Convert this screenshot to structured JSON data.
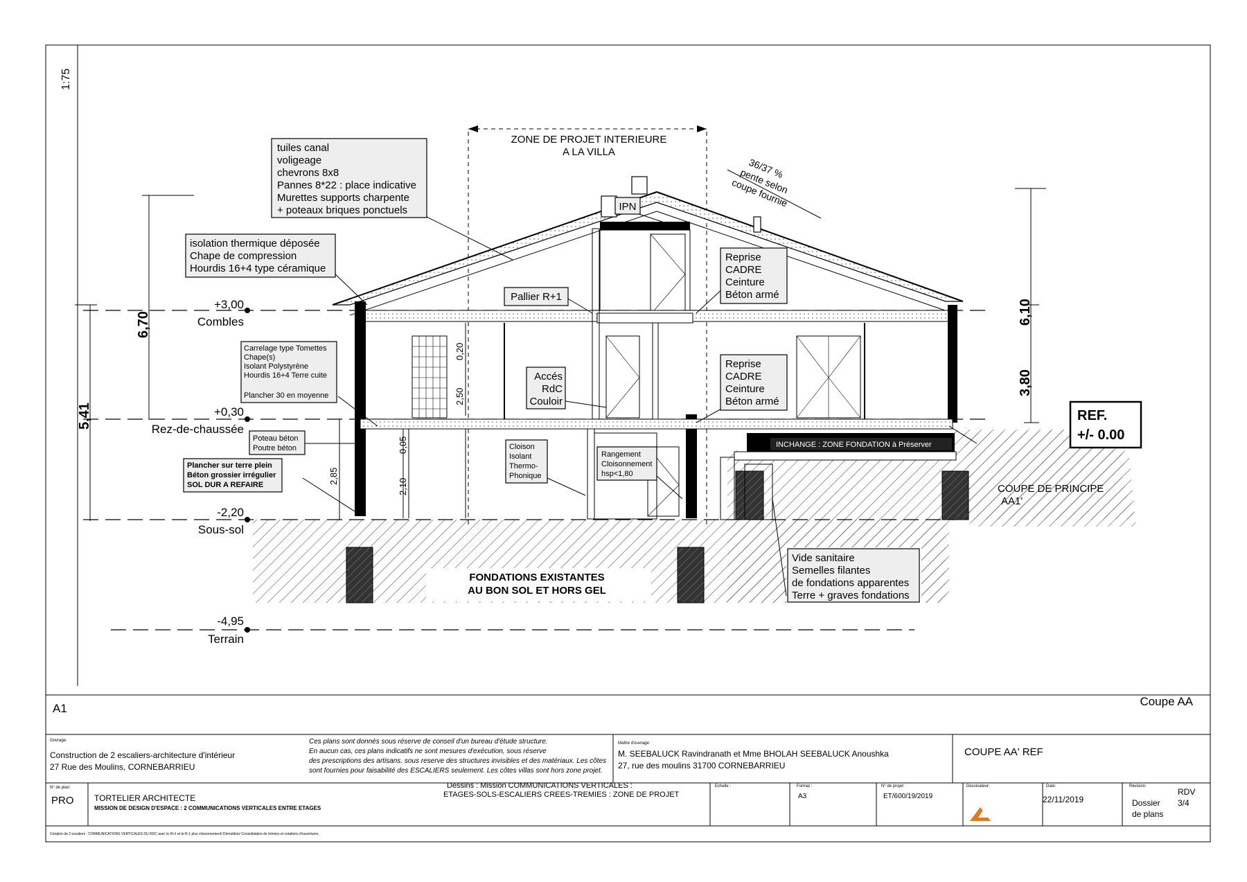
{
  "scale": "1:75",
  "sheet_id": "A1",
  "view_title": "Coupe AA",
  "zone": {
    "line1": "ZONE DE PROJET INTERIEURE",
    "line2": "A LA VILLA"
  },
  "slope": {
    "line1": "36/37 %",
    "line2": "pente selon",
    "line3": "coupe fournie"
  },
  "notes": {
    "roof": [
      "tuiles canal",
      "voligeage",
      "chevrons 8x8",
      "Pannes 8*22 : place indicative",
      "Murettes supports charpente",
      "+ poteaux briques ponctuels"
    ],
    "insulation": [
      "isolation thermique déposée",
      "Chape de compression",
      "Hourdis 16+4 type céramique"
    ],
    "ipn": "IPN",
    "pallier": "Pallier R+1",
    "reprise_upper": [
      "Reprise",
      "CADRE",
      "Ceinture",
      "Béton armé"
    ],
    "reprise_lower": [
      "Reprise",
      "CADRE",
      "Ceinture",
      "Béton armé"
    ],
    "floor": [
      "Carrelage type Tomettes",
      "Chape(s)",
      "Isolant Polystyrène",
      "Hourdis 16+4 Terre cuite",
      "",
      "Plancher 30 en moyenne"
    ],
    "acces": [
      "Accés",
      "RdC",
      "Couloir"
    ],
    "poteau": [
      "Poteau béton",
      "Poutre béton"
    ],
    "plancher": [
      "Plancher sur terre plein",
      "Béton grossier irrégulier",
      "SOL DUR A REFAIRE"
    ],
    "cloison": [
      "Cloison",
      "Isolant",
      "Thermo-",
      "Phonique"
    ],
    "rangement": [
      "Rangement",
      "Cloisonnement",
      "hsp<1,80"
    ],
    "inchange": "INCHANGE : ZONE FONDATION à Préserver",
    "coupe_principe": [
      "COUPE DE PRINCIPE",
      "AA1'"
    ],
    "fondations": [
      "FONDATIONS EXISTANTES",
      "AU BON SOL ET HORS GEL"
    ],
    "vide": [
      "Vide sanitaire",
      "Semelles filantes",
      "de fondations apparentes",
      "Terre + graves fondations"
    ],
    "ref": [
      "REF.",
      "+/- 0.00"
    ]
  },
  "levels": [
    {
      "value": "+3,00",
      "name": "Combles"
    },
    {
      "value": "+0,30",
      "name": "Rez-de-chaussée"
    },
    {
      "value": "-2,20",
      "name": "Sous-sol"
    },
    {
      "value": "-4,95",
      "name": "Terrain"
    }
  ],
  "dimensions": {
    "d670": "6,70",
    "d541": "5,41",
    "d610": "6,10",
    "d380": "3,80",
    "d020": "0,20",
    "d250": "2,50",
    "d285": "2,85",
    "d005": "0,05",
    "d210": "2,10"
  },
  "titleblock": {
    "ouvrage_label": "Ouvrage:",
    "ouvrage_1": "Construction de 2 escaliers-architecture d'intérieur",
    "ouvrage_2": "27 Rue des Moulins, CORNEBARRIEU",
    "disclaimer_1": "Ces plans sont donnés sous réserve de conseil  d'un bureau d'étude structure.",
    "disclaimer_2": "En aucun cas, ces plans indicatifs ne sont mesures d'exécution, sous réserve",
    "disclaimer_3": "des prescriptions des artisans. sous reserve des structures invisibles et des matériaux. Les côtes",
    "disclaimer_4": "sont fournies pour faisabilité des ESCALIERS seulement. Les côtes villas sont hors zone projet.",
    "moa_label": "Maître d'ouvrage:",
    "moa_1": "M. SEEBALUCK Ravindranath et Mme  BHOLAH SEEBALUCK Anoushka",
    "moa_2": "27, rue des moulins 31700 CORNEBARRIEU",
    "sheet_name": "COUPE AA' REF",
    "nplan_label": "N° de plan:",
    "phase": "PRO",
    "architect": "TORTELIER ARCHITECTE",
    "mission": "MISSION DE DESIGN D'ESPACE : 2 COMMUNICATIONS VERTICALES ENTRE ETAGES",
    "dessins_1": "Dessins  : Mission  COMMUNICATIONS VERTICALES :",
    "dessins_2": "ETAGES-SOLS-ESCALIERS CREES-TREMIES : ZONE DE PROJET",
    "echelle_label": "Echelle :",
    "format_label": "Format :",
    "format": "A3",
    "projet_label": "N° de projet:",
    "projet": "ET/600/19/2019",
    "dessinateur_label": "Dessinateur:",
    "date_label": "Date:",
    "date": "22/11/2019",
    "revision_label": "Révision:",
    "dossier_1": "Dossier",
    "dossier_2": "de plans",
    "rdv_1": "RDV",
    "rdv_2": "3/4",
    "footer": "Création de 2 escaliers : COMMUNICATIONS VERTICALES DU RDC avec le R+1 et le R-1 plus cloisonnement/ Démolition/ Consolidation de trémies et créations d'ouvertures."
  }
}
